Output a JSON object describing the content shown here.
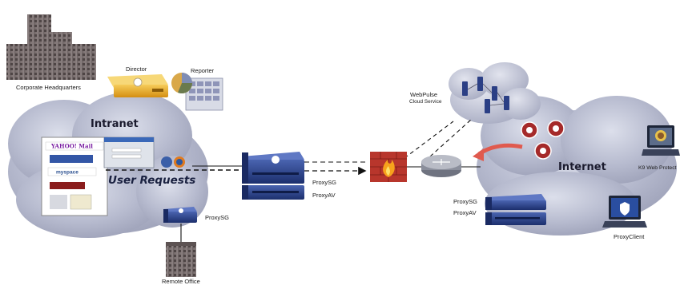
{
  "labels": {
    "corporate_hq": "Corporate Headquarters",
    "director": "Director",
    "reporter": "Reporter",
    "intranet": "Intranet",
    "user_requests": "User Requests",
    "proxysg_left": "ProxySG",
    "remote_office": "Remote Office",
    "proxysg_center": "ProxySG",
    "proxyav_center": "ProxyAV",
    "webpulse": "WebPulse",
    "cloud_service": "Cloud Service",
    "internet": "Internet",
    "k9": "K9 Web Protect",
    "proxysg_right": "ProxySG",
    "proxyav_right": "ProxyAV",
    "proxyclient": "ProxyClient"
  },
  "browser": {
    "logos": [
      "YAHOO! Mail",
      "",
      "myspace",
      "",
      ""
    ]
  },
  "colors": {
    "cloud": "#aeb2c6",
    "appliance": "#243d85",
    "firewall": "#b8362c",
    "director": "#e9a824",
    "threat": "#a52a2a"
  }
}
